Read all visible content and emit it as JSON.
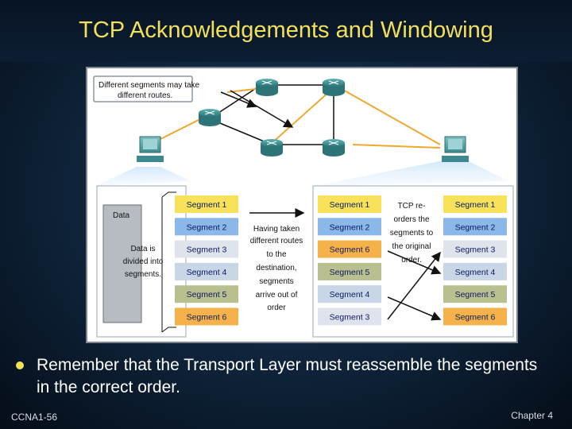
{
  "title": "TCP Acknowledgements and Windowing",
  "figure": {
    "callout": [
      "Different segments may take",
      "different routes."
    ],
    "data_label": "Data",
    "divided_note": [
      "Data is",
      "divided into",
      "segments."
    ],
    "middle_note": [
      "Having taken",
      "different routes",
      "to the",
      "destination,",
      "segments",
      "arrive out of",
      "order"
    ],
    "tcp_note": [
      "TCP re-",
      "orders the",
      "segments to",
      "the original",
      "order."
    ],
    "sent_segments": [
      {
        "label": "Segment 1",
        "color": "#f7e25a"
      },
      {
        "label": "Segment 2",
        "color": "#8bb8e8"
      },
      {
        "label": "Segment 3",
        "color": "#dfe4ec"
      },
      {
        "label": "Segment 4",
        "color": "#c8d6e6"
      },
      {
        "label": "Segment 5",
        "color": "#b9bf8e"
      },
      {
        "label": "Segment 6",
        "color": "#f6b24a"
      }
    ],
    "arrived_segments": [
      {
        "label": "Segment 1",
        "color": "#f7e25a"
      },
      {
        "label": "Segment 2",
        "color": "#8bb8e8"
      },
      {
        "label": "Segment 6",
        "color": "#f6b24a"
      },
      {
        "label": "Segment 5",
        "color": "#b9bf8e"
      },
      {
        "label": "Segment 4",
        "color": "#c8d6e6"
      },
      {
        "label": "Segment 3",
        "color": "#dfe4ec"
      }
    ],
    "reordered_segments": [
      {
        "label": "Segment 1",
        "color": "#f7e25a"
      },
      {
        "label": "Segment 2",
        "color": "#8bb8e8"
      },
      {
        "label": "Segment 3",
        "color": "#dfe4ec"
      },
      {
        "label": "Segment 4",
        "color": "#c8d6e6"
      },
      {
        "label": "Segment 5",
        "color": "#b9bf8e"
      },
      {
        "label": "Segment 6",
        "color": "#f6b24a"
      }
    ]
  },
  "bullet": "Remember that the Transport Layer must reassemble the segments in the correct order.",
  "footer": {
    "left": "CCNA1-56",
    "right": "Chapter 4"
  },
  "colors": {
    "title": "#f2e05a",
    "router": "#3d8f92",
    "route_line": "#f0a830"
  }
}
